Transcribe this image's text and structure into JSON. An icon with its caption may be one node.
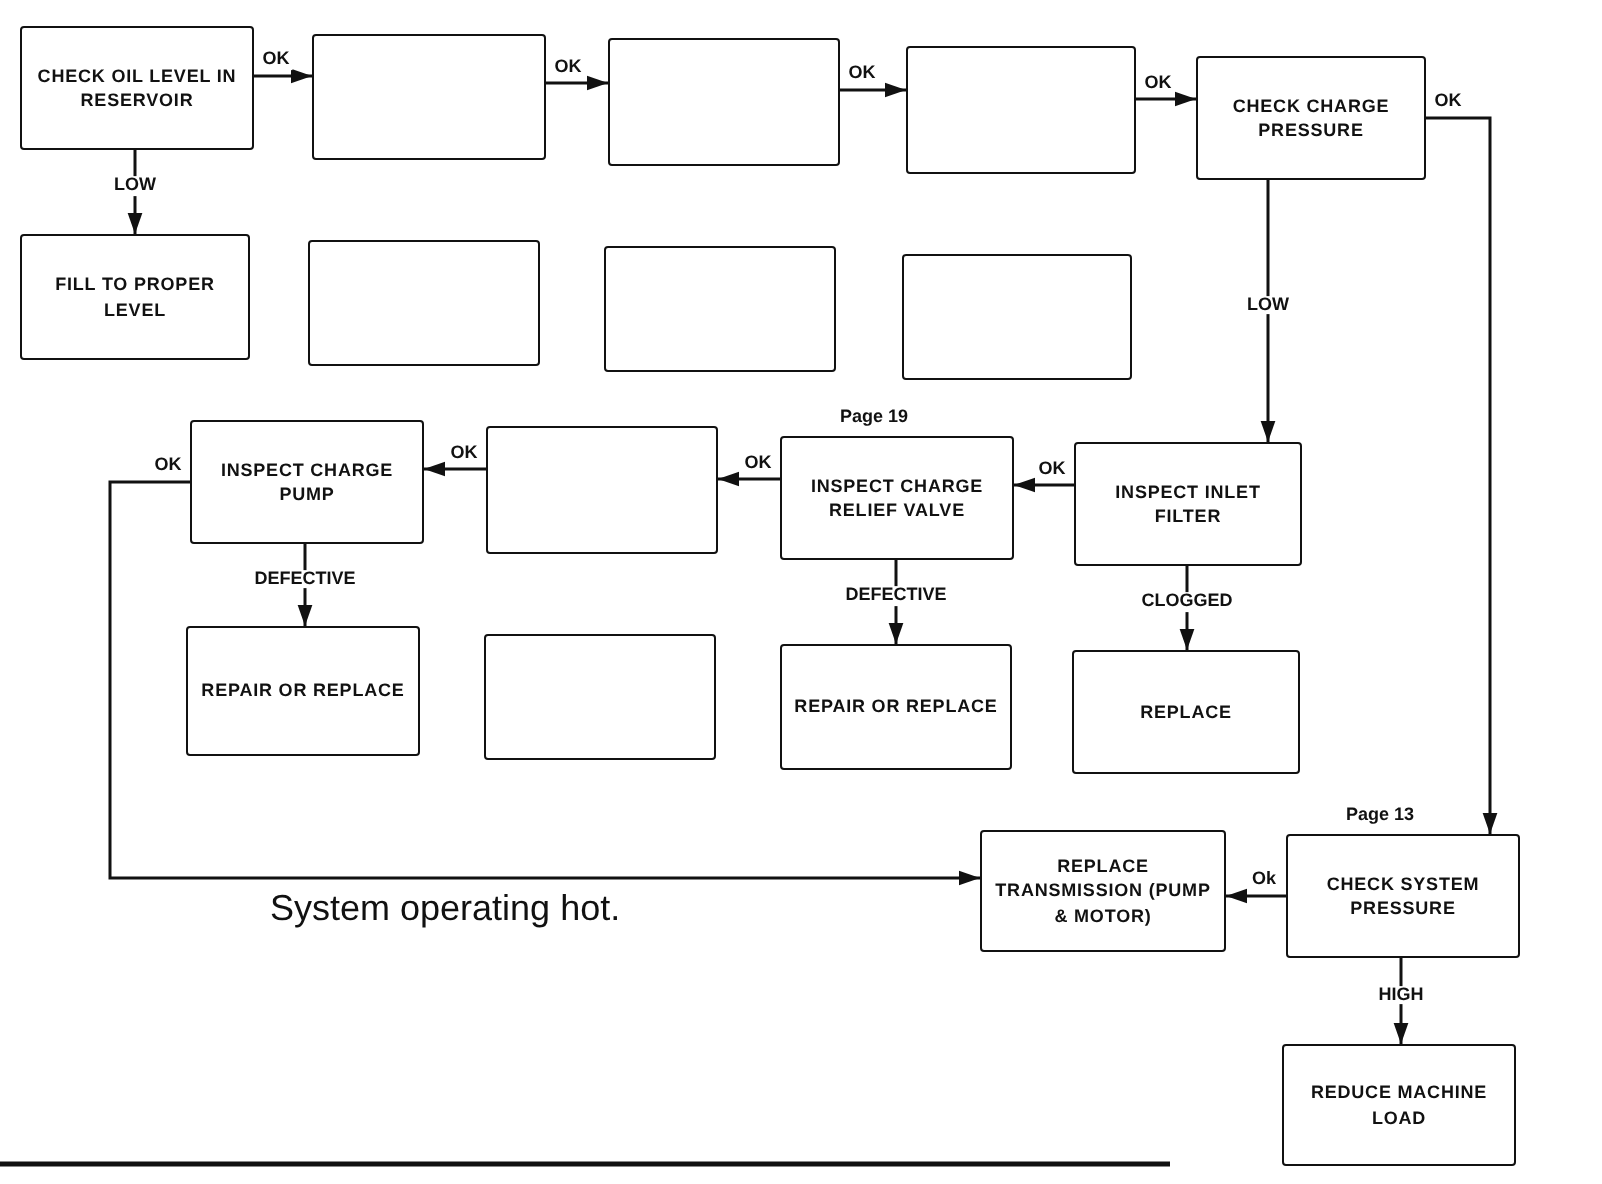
{
  "diagram": {
    "caption": "System operating hot.",
    "nodes": [
      {
        "text": [
          "CHECK OIL LEVEL IN RESERVOIR"
        ]
      },
      {
        "text": [],
        "shape": "box"
      },
      {
        "text": [],
        "shape": "box"
      },
      {
        "text": [],
        "shape": "box"
      },
      {
        "text": [
          "CHECK CHARGE PRESSURE"
        ]
      },
      {
        "text": [
          "FILL TO PROPER LEVEL"
        ]
      },
      {
        "text": [],
        "shape": "box"
      },
      {
        "text": [],
        "shape": "box"
      },
      {
        "text": [],
        "shape": "box"
      },
      {
        "text": [
          "INSPECT CHARGE PUMP"
        ]
      },
      {
        "text": [],
        "shape": "box"
      },
      {
        "text": [
          "INSPECT CHARGE RELIEF VALVE"
        ],
        "beside": [
          "Page 19"
        ]
      },
      {
        "text": [
          "INSPECT INLET FILTER"
        ]
      },
      {
        "text": [
          "REPAIR OR REPLACE"
        ]
      },
      {
        "text": [],
        "shape": "box"
      },
      {
        "text": [
          "REPAIR OR REPLACE"
        ]
      },
      {
        "text": [
          "REPLACE"
        ]
      },
      {
        "text": [
          "REPLACE TRANSMISSION (PUMP & MOTOR)"
        ]
      },
      {
        "text": [
          "CHECK SYSTEM PRESSURE"
        ],
        "beside": [
          "Page 13"
        ]
      },
      {
        "text": [
          "REDUCE MACHINE LOAD"
        ]
      }
    ],
    "edges": [
      {
        "from": 0,
        "to": 1,
        "arrow": "to",
        "label": "OK"
      },
      {
        "from": 1,
        "to": 2,
        "arrow": "to",
        "label": "OK"
      },
      {
        "from": 2,
        "to": 3,
        "arrow": "to",
        "label": "OK"
      },
      {
        "from": 3,
        "to": 4,
        "arrow": "to",
        "label": "OK"
      },
      {
        "from": 4,
        "to": 18,
        "arrow": "to",
        "label": "OK"
      },
      {
        "from": 0,
        "to": 5,
        "arrow": "to",
        "label": "LOW"
      },
      {
        "from": 4,
        "to": 12,
        "arrow": "to",
        "label": "LOW"
      },
      {
        "from": 12,
        "to": 11,
        "arrow": "to",
        "label": "OK"
      },
      {
        "from": 11,
        "to": 10,
        "arrow": "to",
        "label": "OK"
      },
      {
        "from": 10,
        "to": 9,
        "arrow": "to",
        "label": "OK"
      },
      {
        "from": 9,
        "to": 17,
        "arrow": "to",
        "label": "OK"
      },
      {
        "from": 9,
        "to": 13,
        "arrow": "to",
        "label": "DEFECTIVE"
      },
      {
        "from": 11,
        "to": 15,
        "arrow": "to",
        "label": "DEFECTIVE"
      },
      {
        "from": 12,
        "to": 16,
        "arrow": "to",
        "label": "CLOGGED"
      },
      {
        "from": 18,
        "to": 17,
        "arrow": "to",
        "label": "Ok"
      },
      {
        "from": 18,
        "to": 19,
        "arrow": "to",
        "label": "HIGH"
      }
    ]
  }
}
